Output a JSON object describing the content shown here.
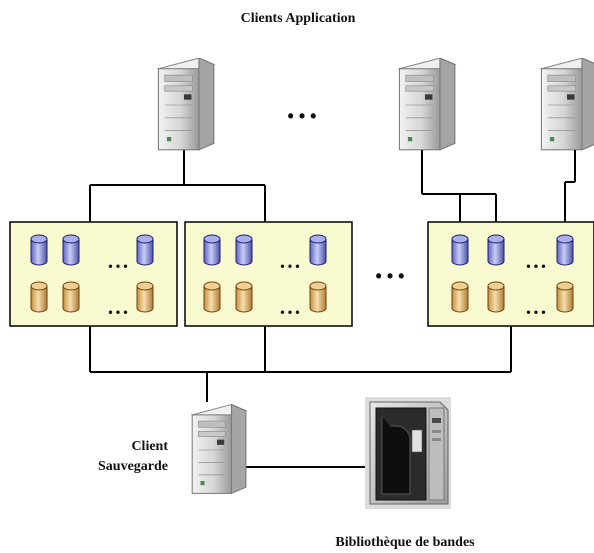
{
  "labels": {
    "top_title": "Clients Application",
    "backup_client_line1": "Client",
    "backup_client_line2": "Sauvegarde",
    "tape_library": "Bibliothèque de bandes"
  },
  "ellipsis": {
    "between_servers": "• • •",
    "between_arrays": "• • •",
    "in_row": "• • •"
  },
  "colors": {
    "array_fill": "#fafad0",
    "disk_blue": "#7f86d8",
    "disk_tan": "#e3b770",
    "server_body": "#d9d9d9",
    "wire": "#000000"
  },
  "icons": {
    "server": "server-tower-icon",
    "disk": "disk-cylinder-icon",
    "tape_library": "tape-library-icon"
  }
}
